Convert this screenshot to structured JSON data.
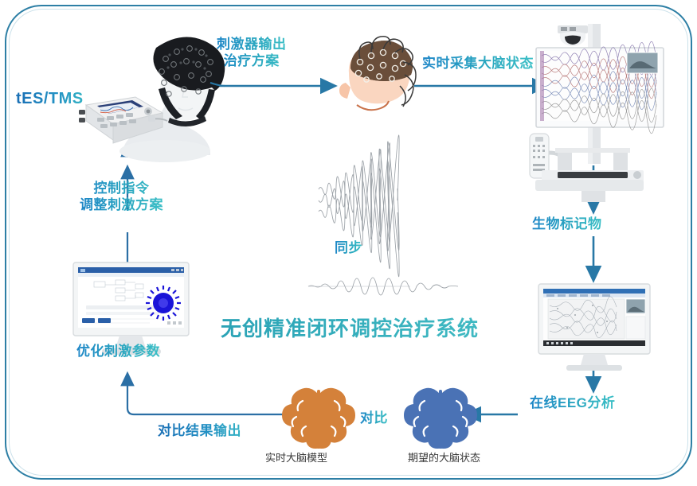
{
  "diagram": {
    "title": "无创精准闭环调控治疗系统",
    "accent_teal": "#2ba3b6",
    "accent_blue": "#1a6fb5",
    "border_color": "#2d7fa5",
    "brain_model_color": "#d4813a",
    "brain_target_color": "#4a72b5"
  },
  "labels": {
    "tes_tms": "tES/TMS",
    "stimulator_output": "刺激器输出\n治疗方案",
    "realtime_acquire": "实时采集大脑状态",
    "biomarker": "生物标记物",
    "online_eeg_analysis": "在线EEG分析",
    "compare": "对比",
    "compare_result_output": "对比结果输出",
    "optimize_params": "优化刺激参数",
    "control_command": "控制指令\n调整刺激方案",
    "sync": "同步"
  },
  "captions": {
    "brain_model": "实时大脑模型",
    "brain_target": "期望的大脑状态"
  },
  "nodes": [
    {
      "id": "stimulator",
      "name": "tES/TMS 刺激器",
      "kind": "device-photo"
    },
    {
      "id": "eeg-head",
      "name": "EEG 电极帽头模",
      "kind": "mannequin-photo"
    },
    {
      "id": "patient",
      "name": "佩戴电极帽的受试者",
      "kind": "illustration"
    },
    {
      "id": "eeg-cart",
      "name": "EEG 采集工作站",
      "kind": "device-photo"
    },
    {
      "id": "analysis-pc",
      "name": "在线EEG分析电脑",
      "kind": "monitor-photo"
    },
    {
      "id": "optimize-pc",
      "name": "优化刺激参数电脑",
      "kind": "monitor-photo"
    },
    {
      "id": "brain-model",
      "name": "实时大脑模型",
      "kind": "brain-icon"
    },
    {
      "id": "brain-target",
      "name": "期望的大脑状态",
      "kind": "brain-icon"
    }
  ],
  "waveforms": [
    {
      "id": "eeg-traces",
      "name": "多通道脑电波形",
      "traces": 3
    },
    {
      "id": "burst-wave",
      "name": "调制正弦包络波形",
      "traces": 1
    }
  ],
  "flow": [
    {
      "from": "stimulator",
      "to": "eeg-head",
      "label": ""
    },
    {
      "from": "eeg-head",
      "to": "patient",
      "label": "刺激器输出\n治疗方案"
    },
    {
      "from": "patient",
      "to": "eeg-cart",
      "label": "实时采集大脑状态"
    },
    {
      "from": "eeg-cart",
      "to": "analysis-pc",
      "label": "生物标记物"
    },
    {
      "from": "analysis-pc",
      "to": "brain-target",
      "label": "在线EEG分析"
    },
    {
      "from": "brain-target",
      "to": "brain-model",
      "label": "对比"
    },
    {
      "from": "brain-model",
      "to": "optimize-pc",
      "label": "对比结果输出"
    },
    {
      "from": "optimize-pc",
      "to": "stimulator",
      "label": "控制指令\n调整刺激方案"
    }
  ]
}
